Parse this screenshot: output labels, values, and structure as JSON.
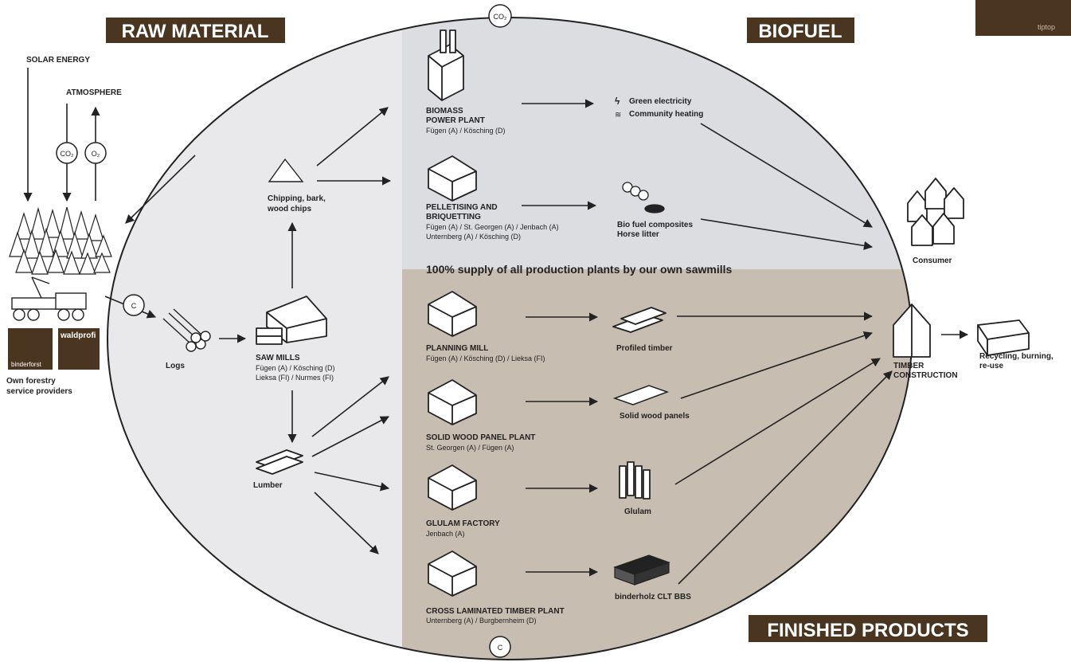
{
  "sections": {
    "raw_material": "RAW MATERIAL",
    "biofuel": "BIOFUEL",
    "finished_products": "FINISHED PRODUCTS"
  },
  "corner_tag": "tiptop",
  "inputs": {
    "solar": "SOLAR ENERGY",
    "atmosphere": "ATMOSPHERE",
    "co2": "CO₂",
    "o2": "O₂",
    "c": "C"
  },
  "forest": {
    "logo_left": "binderforst",
    "logo_right": "waldprofi",
    "line1": "Own forestry",
    "line2": "service providers"
  },
  "logs": "Logs",
  "sawmills": {
    "title": "SAW MILLS",
    "line1": "Fügen (A) / Kösching (D)",
    "line2": "Lieksa (FI) / Nurmes (FI)"
  },
  "chipping": {
    "line1": "Chipping, bark,",
    "line2": "wood chips"
  },
  "lumber": "Lumber",
  "biomass": {
    "title1": "BIOMASS",
    "title2": "POWER PLANT",
    "line1": "Fügen (A) / Kösching (D)"
  },
  "green_electricity": "Green electricity",
  "community_heating": "Community heating",
  "pelletising": {
    "title1": "PELLETISING AND",
    "title2": "BRIQUETTING",
    "line1": "Fügen (A) / St. Georgen (A) / Jenbach (A)",
    "line2": "Unternberg (A) / Kösching (D)"
  },
  "biofuel_product": {
    "line1": "Bio fuel composites",
    "line2": "Horse litter"
  },
  "consumer": "Consumer",
  "supply_note": "100% supply of all production plants by our own sawmills",
  "planing": {
    "title": "PLANNING MILL",
    "line1": "Fügen (A) / Kösching (D) / Lieksa (FI)"
  },
  "profiled": "Profiled timber",
  "solidwood": {
    "title": "SOLID WOOD PANEL PLANT",
    "line1": "St. Georgen (A) / Fügen (A)"
  },
  "solid_panels": "Solid wood panels",
  "glulam_factory": {
    "title": "GLULAM FACTORY",
    "line1": "Jenbach (A)"
  },
  "glulam": "Glulam",
  "clt_plant": {
    "title": "CROSS LAMINATED TIMBER PLANT",
    "line1": "Unternberg (A) / Burgbernheim (D)"
  },
  "clt_product": "binderholz CLT BBS",
  "timber_construction": {
    "line1": "TIMBER",
    "line2": "CONSTRUCTION"
  },
  "recycling": {
    "line1": "Recycling, burning,",
    "line2": "re-use"
  },
  "colors": {
    "label_bg": "#4a3520",
    "upper_fill": "#dcdde0",
    "lower_fill": "#c8bdb1",
    "left_fill": "#e9e9ec"
  }
}
